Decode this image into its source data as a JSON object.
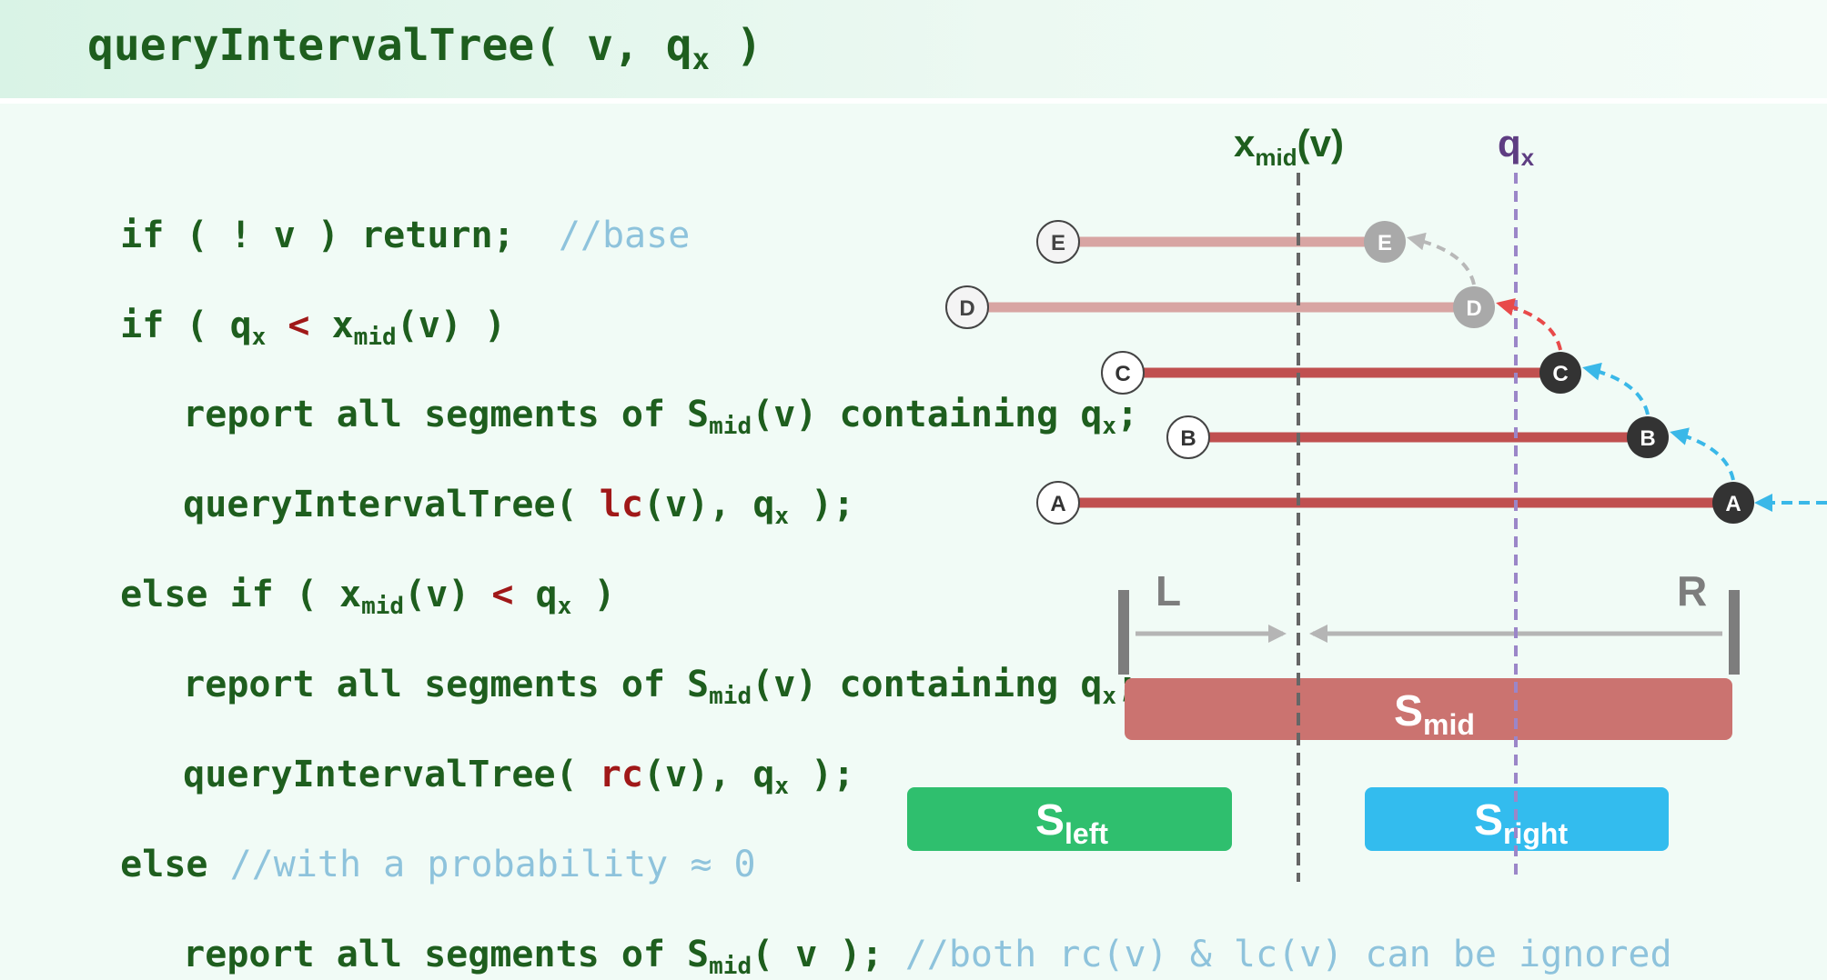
{
  "title": {
    "fn": "queryIntervalTree( v, q",
    "sub": "x",
    "close": " )"
  },
  "code": {
    "l1": {
      "a": "if ( ! v ) return;  ",
      "comment": "//base"
    },
    "l2": {
      "a": "if ( q",
      "a_sub": "x",
      "op": " < ",
      "b": "x",
      "b_sub": "mid",
      "c": "(v) )"
    },
    "l3": {
      "a": "report all segments of S",
      "a_sub": "mid",
      "b": "(v) containing q",
      "b_sub": "x",
      "c": ";"
    },
    "l4": {
      "a": "queryIntervalTree( ",
      "fn": "lc",
      "b": "(v), q",
      "b_sub": "x",
      "c": " );"
    },
    "l5": {
      "a": "else if ( x",
      "a_sub": "mid",
      "b": "(v)",
      "op": " < ",
      "c": "q",
      "c_sub": "x",
      "d": " )"
    },
    "l6": {
      "a": "report all segments of S",
      "a_sub": "mid",
      "b": "(v) containing q",
      "b_sub": "x",
      "c": ";"
    },
    "l7": {
      "a": "queryIntervalTree( ",
      "fn": "rc",
      "b": "(v), q",
      "b_sub": "x",
      "c": " );"
    },
    "l8": {
      "a": "else ",
      "comment": "//with a probability ≈ 0"
    },
    "l9": {
      "a": "report all segments of S",
      "a_sub": "mid",
      "b": "( v ); ",
      "comment": "//both rc(v) & lc(v) can be ignored"
    }
  },
  "diagram": {
    "xmid_label": "x",
    "xmid_sub": "mid",
    "xmid_tail": "(v)",
    "qx_label": "q",
    "qx_sub": "x",
    "segments": [
      {
        "left_label": "E",
        "right_label": "E"
      },
      {
        "left_label": "D",
        "right_label": "D"
      },
      {
        "left_label": "C",
        "right_label": "C"
      },
      {
        "left_label": "B",
        "right_label": "B"
      },
      {
        "left_label": "A",
        "right_label": "A"
      }
    ],
    "L_label": "L",
    "R_label": "R",
    "smid": {
      "main": "S",
      "sub": "mid"
    },
    "sleft": {
      "main": "S",
      "sub": "left"
    },
    "sright": {
      "main": "S",
      "sub": "right"
    }
  },
  "colors": {
    "code_green": "#1e5e1e",
    "keyword_red": "#a01818",
    "comment_blue": "#8ec3dc",
    "segment_red": "#c05050",
    "segment_faded": "#d8a5a3",
    "smid_fill": "#cb7370",
    "sleft_fill": "#2fbf6e",
    "sright_fill": "#33bcee",
    "arrow_blue": "#3ab8e8",
    "arrow_red": "#e84a4a",
    "arrow_gray": "#b8b8b8",
    "qx_purple": "#9b86c8"
  }
}
